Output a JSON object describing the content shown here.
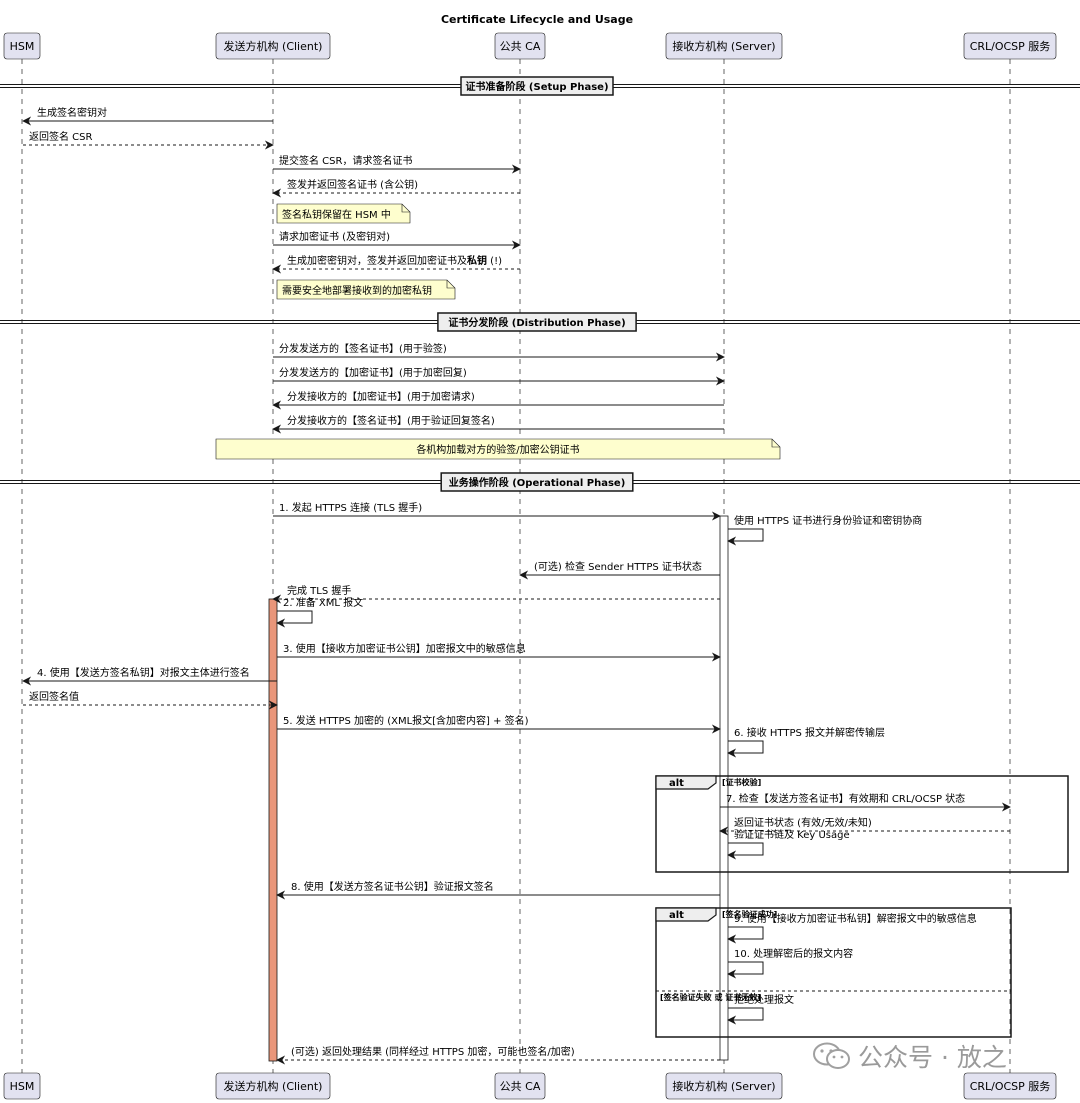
{
  "title": "Certificate Lifecycle and Usage",
  "participants": [
    {
      "id": "hsm",
      "label": "HSM"
    },
    {
      "id": "client",
      "label": "发送方机构 (Client)"
    },
    {
      "id": "ca",
      "label": "公共 CA"
    },
    {
      "id": "server",
      "label": "接收方机构 (Server)"
    },
    {
      "id": "crl",
      "label": "CRL/OCSP 服务"
    }
  ],
  "dividers": [
    {
      "label": "证书准备阶段 (Setup Phase)"
    },
    {
      "label": "证书分发阶段 (Distribution Phase)"
    },
    {
      "label": "业务操作阶段 (Operational Phase)"
    }
  ],
  "messages": [
    {
      "from": "client",
      "to": "hsm",
      "label": "生成签名密钥对",
      "dashed": false
    },
    {
      "from": "hsm",
      "to": "client",
      "label": "返回签名 CSR",
      "dashed": true
    },
    {
      "from": "client",
      "to": "ca",
      "label": "提交签名 CSR，请求签名证书",
      "dashed": false
    },
    {
      "from": "ca",
      "to": "client",
      "label": "签发并返回签名证书 (含公钥)",
      "dashed": true
    },
    {
      "from": "client",
      "to": "ca",
      "label": "请求加密证书 (及密钥对)",
      "dashed": false
    },
    {
      "from": "ca",
      "to": "client",
      "label": "生成加密密钥对，签发并返回加密证书及",
      "label_bold": "私钥",
      "label_tail": " (!)",
      "dashed": true
    },
    {
      "from": "client",
      "to": "server",
      "label": "分发发送方的【签名证书】(用于验签)",
      "dashed": false
    },
    {
      "from": "client",
      "to": "server",
      "label": "分发发送方的【加密证书】(用于加密回复)",
      "dashed": false
    },
    {
      "from": "server",
      "to": "client",
      "label": "分发接收方的【加密证书】(用于加密请求)",
      "dashed": false
    },
    {
      "from": "server",
      "to": "client",
      "label": "分发接收方的【签名证书】(用于验证回复签名)",
      "dashed": false
    },
    {
      "from": "client",
      "to": "server",
      "label": "1. 发起 HTTPS 连接 (TLS 握手)",
      "dashed": false
    },
    {
      "from": "server",
      "to": "server",
      "label": "使用 HTTPS 证书进行身份验证和密钥协商",
      "dashed": false
    },
    {
      "from": "server",
      "to": "ca",
      "label": "(可选) 检查 Sender HTTPS 证书状态",
      "dashed": false
    },
    {
      "from": "server",
      "to": "client",
      "label": "完成 TLS 握手",
      "dashed": true
    },
    {
      "from": "client",
      "to": "client",
      "label": "2. 准备 XML 报文",
      "dashed": false
    },
    {
      "from": "client",
      "to": "server",
      "label": "3. 使用【接收方加密证书公钥】加密报文中的敏感信息",
      "dashed": false
    },
    {
      "from": "client",
      "to": "hsm",
      "label": "4. 使用【发送方签名私钥】对报文主体进行签名",
      "dashed": false
    },
    {
      "from": "hsm",
      "to": "client",
      "label": "返回签名值",
      "dashed": true
    },
    {
      "from": "client",
      "to": "server",
      "label": "5. 发送 HTTPS 加密的 (XML报文[含加密内容] + 签名)",
      "dashed": false
    },
    {
      "from": "server",
      "to": "server",
      "label": "6. 接收 HTTPS 报文并解密传输层",
      "dashed": false
    },
    {
      "from": "server",
      "to": "crl",
      "label": "7. 检查【发送方签名证书】有效期和 CRL/OCSP 状态",
      "dashed": false
    },
    {
      "from": "crl",
      "to": "server",
      "label": "返回证书状态 (有效/无效/未知)",
      "dashed": true
    },
    {
      "from": "server",
      "to": "server",
      "label": "验证证书链及 Key Usage",
      "dashed": false
    },
    {
      "from": "server",
      "to": "client",
      "label": "8. 使用【发送方签名证书公钥】验证报文签名",
      "dashed": false
    },
    {
      "from": "server",
      "to": "server",
      "label": "9. 使用【接收方加密证书私钥】解密报文中的敏感信息",
      "dashed": false
    },
    {
      "from": "server",
      "to": "server",
      "label": "10. 处理解密后的报文内容",
      "dashed": false
    },
    {
      "from": "server",
      "to": "server",
      "label": "拒绝处理报文",
      "dashed": false
    },
    {
      "from": "server",
      "to": "client",
      "label": "(可选) 返回处理结果 (同样经过 HTTPS 加密，可能也签名/加密)",
      "dashed": true
    }
  ],
  "notes": [
    {
      "label": "签名私钥保留在 HSM 中"
    },
    {
      "label": "需要安全地部署接收到的加密私钥"
    },
    {
      "label": "各机构加载对方的验签/加密公钥证书"
    }
  ],
  "fragments": [
    {
      "keyword": "alt",
      "guards": [
        "[证书校验]"
      ]
    },
    {
      "keyword": "alt",
      "guards": [
        "[签名验证成功]",
        "[签名验证失败 或 证书无效]"
      ]
    }
  ],
  "watermark": {
    "text": "公众号 · 放之"
  },
  "colors": {
    "participant_fill": "#e2e2f0",
    "participant_border": "#181818",
    "note_fill": "#fefece",
    "client_activation": "#e9967a",
    "line": "#181818"
  }
}
